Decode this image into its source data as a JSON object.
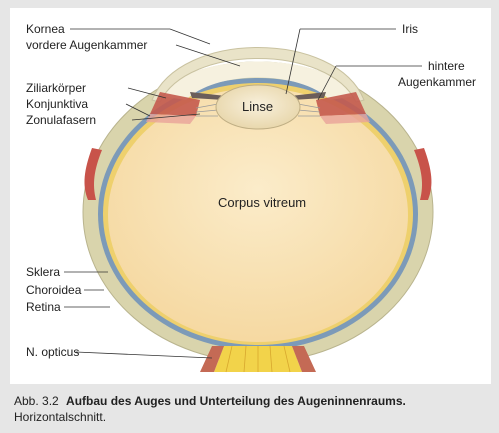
{
  "labels": {
    "kornea": "Kornea",
    "vordere_augenkammer": "vordere Augenkammer",
    "iris": "Iris",
    "hintere_augenkammer_1": "hintere",
    "hintere_augenkammer_2": "Augenkammer",
    "ziliarkoerper": "Ziliarkörper",
    "konjunktiva": "Konjunktiva",
    "zonulafasern": "Zonulafasern",
    "linse": "Linse",
    "corpus_vitreum": "Corpus vitreum",
    "sklera": "Sklera",
    "choroidea": "Choroidea",
    "retina": "Retina",
    "n_opticus": "N. opticus"
  },
  "caption": {
    "figure_number": "Abb. 3.2",
    "title": "Aufbau des Auges und Unterteilung des Augeninnenraums.",
    "subtitle": "Horizontalschnitt."
  },
  "colors": {
    "sclera": "#d8d3a8",
    "choroid": "#6a8fb0",
    "retina": "#f0d270",
    "vitreous": "#f9e3b4",
    "lens": "#f3e6c5",
    "muscle": "#c8534a",
    "optic_nerve": "#f2d34a",
    "cornea": "#ece7cf",
    "leader_line": "#333333"
  }
}
